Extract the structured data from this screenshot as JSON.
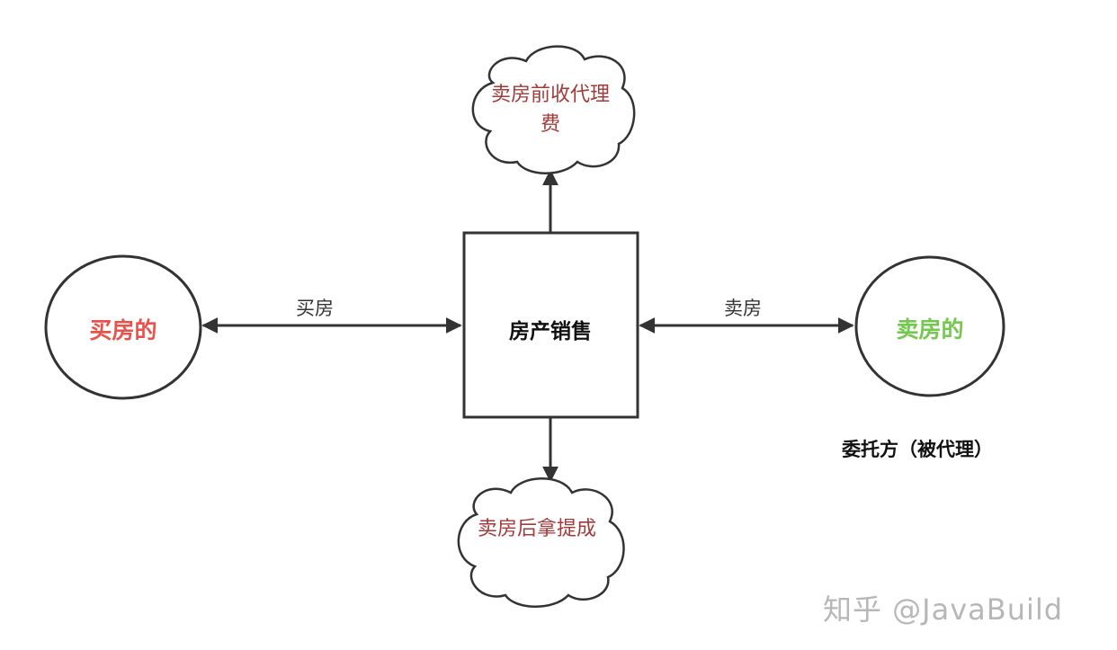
{
  "diagram": {
    "center_box": {
      "label": "房产销售"
    },
    "buyer": {
      "label": "买房的",
      "color": "#e8524b"
    },
    "seller": {
      "label": "卖房的",
      "color": "#74c84f"
    },
    "edge_buy": {
      "label": "买房"
    },
    "edge_sell": {
      "label": "卖房"
    },
    "cloud_top": {
      "label": "卖房前收代理费",
      "color": "#a33a3a"
    },
    "cloud_bottom": {
      "label": "卖房后拿提成",
      "color": "#a33a3a"
    },
    "principal_note": {
      "label": "委托方（被代理）"
    }
  },
  "watermark": {
    "text": "知乎 @JavaBuild"
  },
  "colors": {
    "stroke": "#333333",
    "text_dark": "#111111"
  }
}
